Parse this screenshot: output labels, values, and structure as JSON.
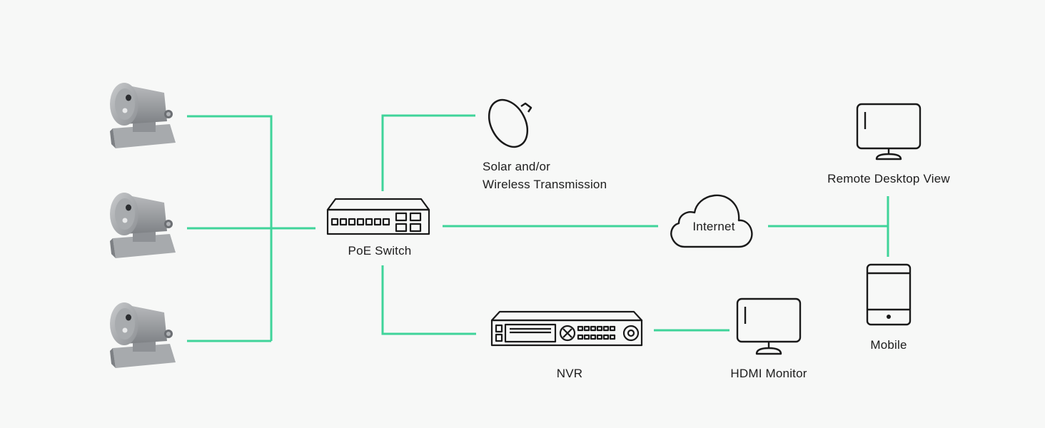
{
  "diagram": {
    "link_color": "#3fd49a",
    "icon_stroke": "#1a1a1a",
    "cameras": [
      {
        "name": "camera-1"
      },
      {
        "name": "camera-2"
      },
      {
        "name": "camera-3"
      }
    ],
    "labels": {
      "solar_line1": "Solar and/or",
      "solar_line2": "Wireless Transmission",
      "poe_switch": "PoE Switch",
      "internet": "Internet",
      "remote_desktop": "Remote Desktop View",
      "mobile": "Mobile",
      "nvr": "NVR",
      "hdmi_monitor": "HDMI Monitor"
    },
    "icons": [
      "camera-icon",
      "dish-antenna-icon",
      "poe-switch-icon",
      "cloud-icon",
      "desktop-monitor-icon",
      "tablet-icon",
      "nvr-icon",
      "hdmi-monitor-icon"
    ]
  }
}
